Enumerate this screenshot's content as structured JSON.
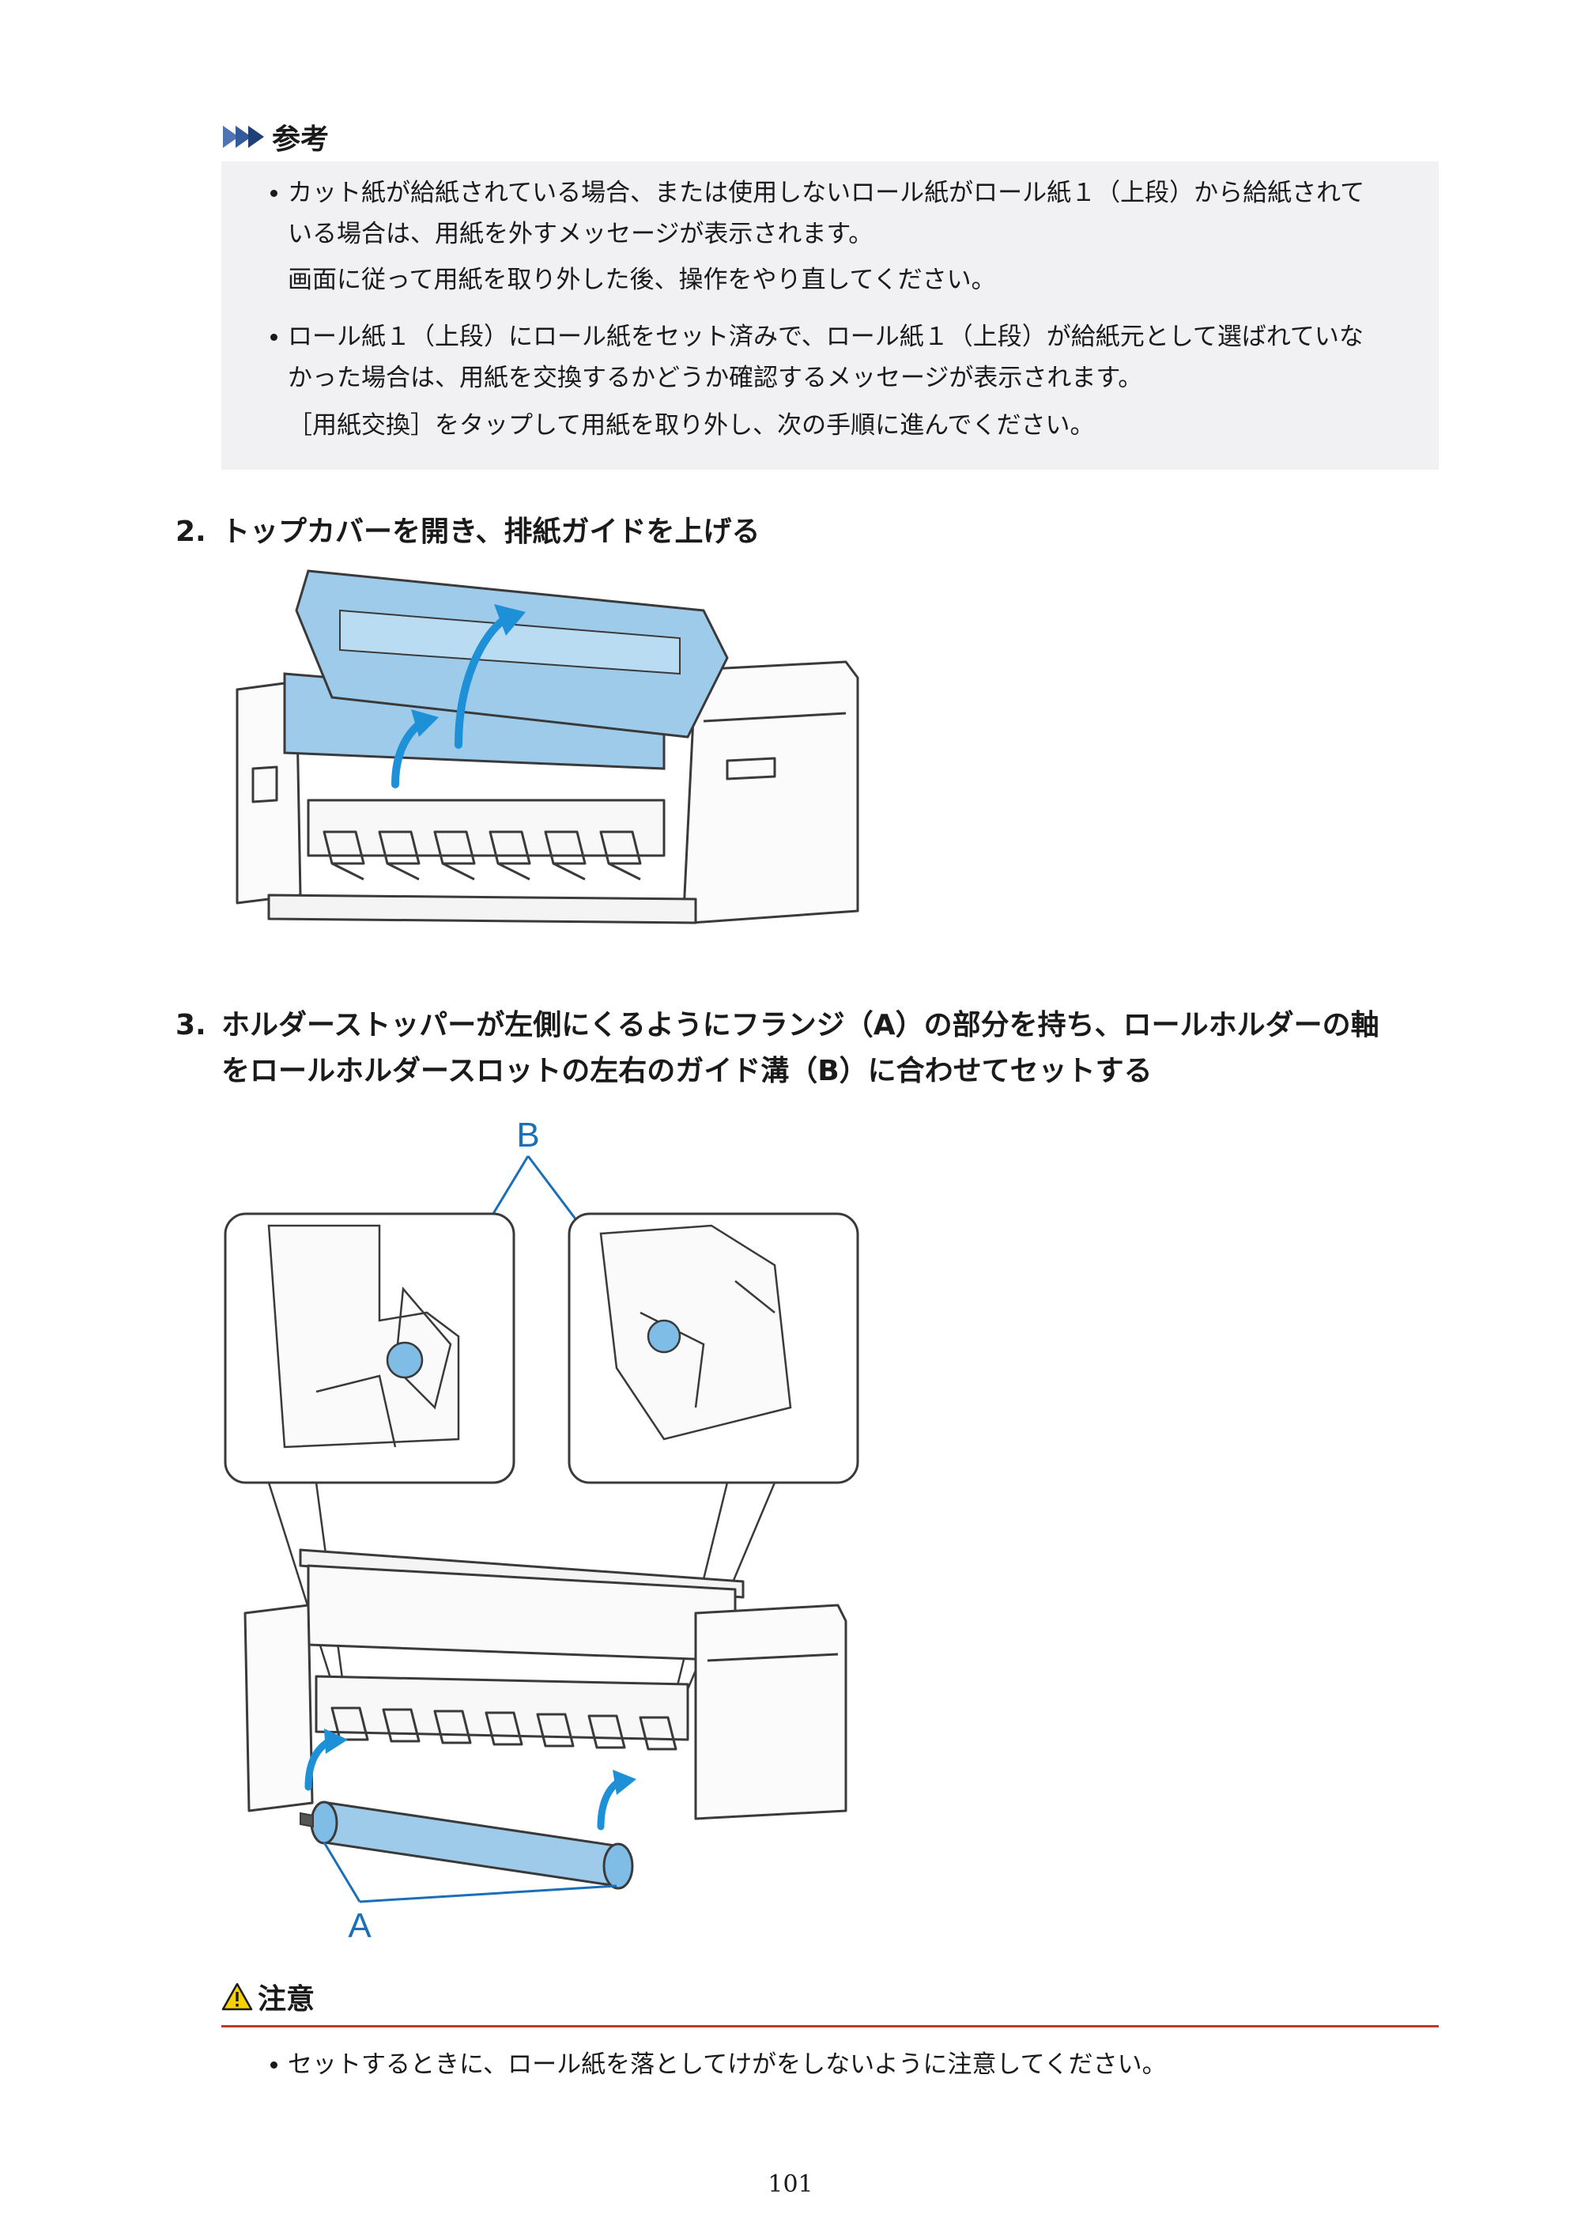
{
  "note": {
    "title": "参考",
    "bullets": [
      {
        "text": "カット紙が給紙されている場合、または使用しないロール紙がロール紙１（上段）から給紙されている場合は、用紙を外すメッセージが表示されます。",
        "line1": "カット紙が給紙されている場合、または使用しないロール紙がロール紙１（上段）から給紙されて",
        "line2": "いる場合は、用紙を外すメッセージが表示されます。",
        "follow": "画面に従って用紙を取り外した後、操作をやり直してください。"
      },
      {
        "line1": "ロール紙１（上段）にロール紙をセット済みで、ロール紙１（上段）が給紙元として選ばれていな",
        "line2": "かった場合は、用紙を交換するかどうか確認するメッセージが表示されます。",
        "follow": "［用紙交換］をタップして用紙を取り外し、次の手順に進んでください。"
      }
    ]
  },
  "steps": [
    {
      "number": "2.",
      "line1": "トップカバーを開き、排紙ガイドを上げる"
    },
    {
      "number": "3.",
      "line1": "ホルダーストッパーが左側にくるようにフランジ（A）の部分を持ち、ロールホルダーの軸",
      "line2": "をロールホルダースロットの左右のガイド溝（B）に合わせてセットする"
    }
  ],
  "figure2": {
    "labels": {
      "b": "B",
      "a": "A"
    }
  },
  "caution": {
    "title": "注意",
    "bullets": [
      "セットするときに、ロール紙を落としてけがをしないように注意してください。"
    ]
  },
  "page_number": "101",
  "colors": {
    "accent_blue": "#9fcbea",
    "stroke": "#3a3a3a",
    "caution_rule": "#c0392b"
  }
}
